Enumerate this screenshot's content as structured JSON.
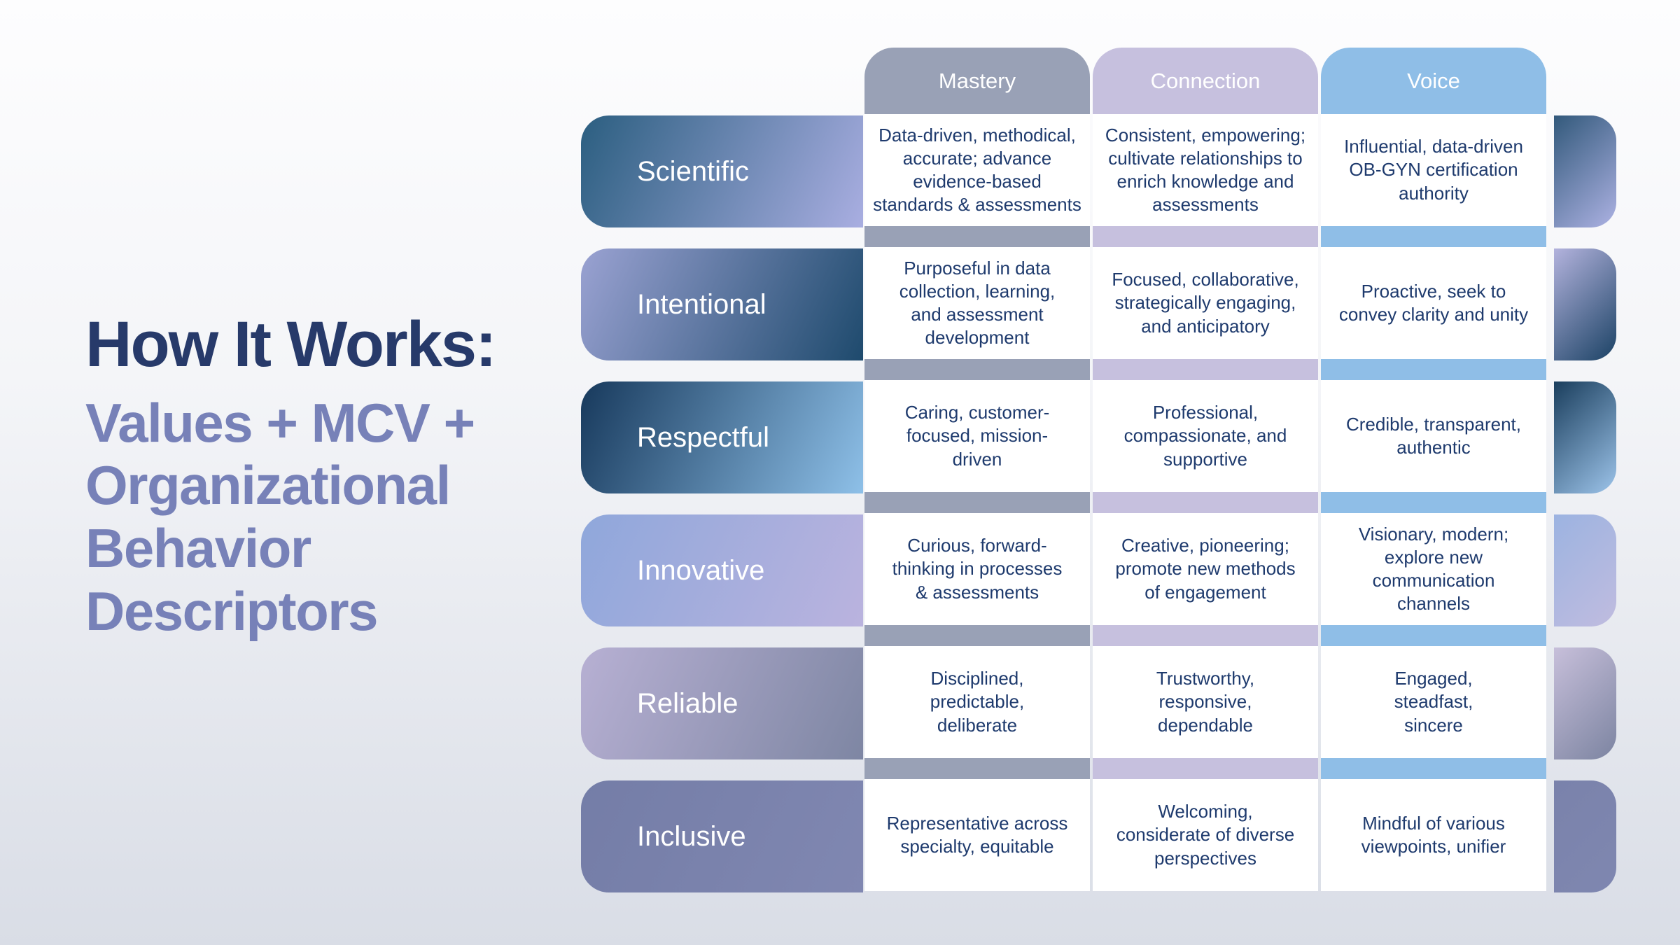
{
  "slide": {
    "title": "How It Works:",
    "subtitle": "Values + MCV +\nOrganizational\nBehavior\nDescriptors",
    "title_color": "#273a6a",
    "subtitle_color": "#7781b8",
    "background_top": "#fdfdfe",
    "background_bottom": "#d9dde6"
  },
  "table": {
    "cell_text_color": "#1e3a6d",
    "columns": [
      {
        "label": "Mastery",
        "color": "#99a1b6"
      },
      {
        "label": "Connection",
        "color": "#c6c0de"
      },
      {
        "label": "Voice",
        "color": "#8fbee7"
      }
    ],
    "rows": [
      {
        "label": "Scientific",
        "band_colors": [
          "#2b5e80",
          "#a9aee1"
        ],
        "cells": [
          "Data-driven, methodical,\naccurate; advance\nevidence-based\nstandards & assessments",
          "Consistent, empowering;\ncultivate relationships to\nenrich knowledge and\nassessments",
          "Influential, data-driven\nOB-GYN certification\nauthority"
        ]
      },
      {
        "label": "Intentional",
        "band_colors": [
          "#9aa2d2",
          "#1e4a6d"
        ],
        "cells": [
          "Purposeful in data\ncollection, learning,\nand assessment\ndevelopment",
          "Focused, collaborative,\nstrategically engaging,\nand anticipatory",
          "Proactive, seek to\nconvey clarity and unity"
        ]
      },
      {
        "label": "Respectful",
        "band_colors": [
          "#17395c",
          "#8ec0e8"
        ],
        "cells": [
          "Caring, customer-\nfocused, mission-\ndriven",
          "Professional,\ncompassionate, and\nsupportive",
          "Credible, transparent,\nauthentic"
        ]
      },
      {
        "label": "Innovative",
        "band_colors": [
          "#8fa7db",
          "#bab3de"
        ],
        "cells": [
          "Curious, forward-\nthinking in processes\n& assessments",
          "Creative, pioneering;\npromote new methods\nof engagement",
          "Visionary, modern;\nexplore new\ncommunication\nchannels"
        ]
      },
      {
        "label": "Reliable",
        "band_colors": [
          "#b7b0d3",
          "#7e86a3"
        ],
        "cells": [
          "Disciplined,\npredictable,\ndeliberate",
          "Trustworthy,\nresponsive,\ndependable",
          "Engaged,\nsteadfast,\nsincere"
        ]
      },
      {
        "label": "Inclusive",
        "band_colors": [
          "#747da7",
          "#8087b1"
        ],
        "cells": [
          "Representative across\nspecialty, equitable",
          "Welcoming,\nconsiderate of diverse\nperspectives",
          "Mindful of various\nviewpoints, unifier"
        ]
      }
    ]
  }
}
